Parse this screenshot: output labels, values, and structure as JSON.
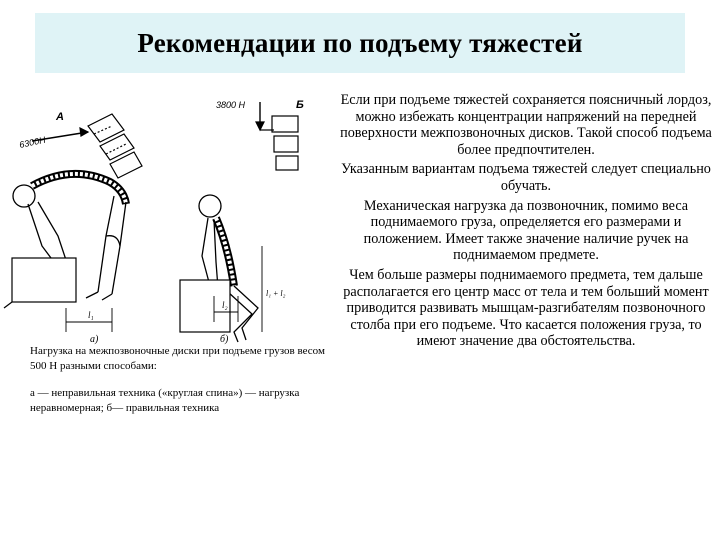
{
  "title": "Рекомендации по подъему тяжестей",
  "figure": {
    "label_a": "А",
    "label_b": "Б",
    "force_a": "6300Н",
    "force_b": "3800 Н",
    "sub_a": "а)",
    "sub_b": "б)",
    "l1": "l₁",
    "l2": "l₂",
    "l1_right": "l₁ + l₂"
  },
  "caption": {
    "line1": "Нагрузка на межпозвоночные диски при подъеме грузов весом 500 Н разными способами:",
    "line2": "а — неправильная техника («круглая спина») — нагрузка неравномерная; б— правильная техника"
  },
  "paragraphs": [
    "Если при подъеме тяжестей сохраняется поясничный лордоз, можно избежать концентрации напряжений на передней поверхности межпозвоночных дисков. Такой способ подъема более предпочтителен.",
    "Указанным вариантам подъема тяжестей следует специально обучать.",
    "Механическая нагрузка да позвоночник, помимо веса поднимаемого груза, определяется его размерами и положением. Имеет также значение наличие ручек на поднимаемом предмете.",
    "Чем больше размеры поднимаемого предмета, тем дальше располагается его центр масс от тела и тем больший момент приводится развивать мышцам-разгибателям позвоночного столба при его подъеме. Что касается положения груза, то имеют значение два обстоятельства."
  ]
}
